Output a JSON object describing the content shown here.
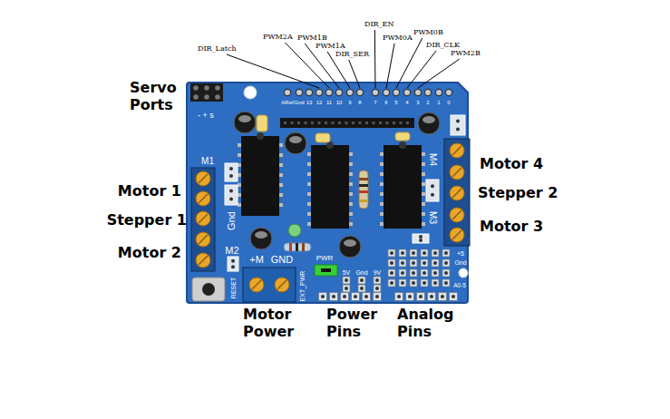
{
  "diagram": {
    "labels": [
      "Servo Ports",
      "- + s",
      "DIR_Latch",
      "PWM2A",
      "PWM1B",
      "PWM1A",
      "DIR_SER",
      "DIR_EN",
      "PWM0A",
      "PWM0B",
      "DIR_CLK",
      "PWM2B",
      "ARef",
      "Gnd",
      "13",
      "12",
      "11",
      "10",
      "9",
      "8",
      "7",
      "6",
      "5",
      "4",
      "3",
      "2",
      "1",
      "0",
      "M1",
      "Motor 1",
      "Stepper 1",
      "Gnd",
      "Motor 2",
      "M2",
      "Motor 4",
      "M4",
      "Stepper 2",
      "Motor 3",
      "M3",
      "+M",
      "GND",
      "PWR",
      "5V",
      "Gnd",
      "9V",
      "+5",
      "Gnd",
      "A0-5",
      "RESET",
      "EXT_PWR",
      "Motor Power",
      "Power Pins",
      "Analog Pins"
    ]
  }
}
